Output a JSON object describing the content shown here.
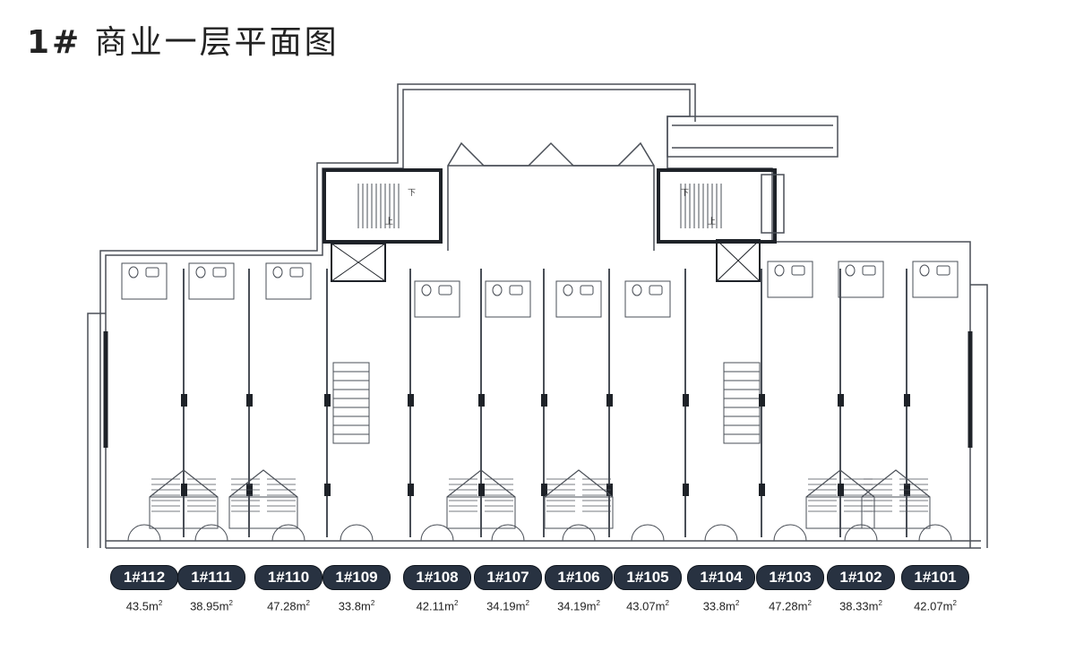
{
  "title": {
    "number": "1#",
    "text": "商业一层平面图"
  },
  "stair_up_label": "上",
  "stair_down_label": "下",
  "units": [
    {
      "id": "1#112",
      "area": "43.5m",
      "unit_sup": "2"
    },
    {
      "id": "1#111",
      "area": "38.95m",
      "unit_sup": "2"
    },
    {
      "id": "1#110",
      "area": "47.28m",
      "unit_sup": "2"
    },
    {
      "id": "1#109",
      "area": "33.8m",
      "unit_sup": "2"
    },
    {
      "id": "1#108",
      "area": "42.11m",
      "unit_sup": "2"
    },
    {
      "id": "1#107",
      "area": "34.19m",
      "unit_sup": "2"
    },
    {
      "id": "1#106",
      "area": "34.19m",
      "unit_sup": "2"
    },
    {
      "id": "1#105",
      "area": "43.07m",
      "unit_sup": "2"
    },
    {
      "id": "1#104",
      "area": "33.8m",
      "unit_sup": "2"
    },
    {
      "id": "1#103",
      "area": "47.28m",
      "unit_sup": "2"
    },
    {
      "id": "1#102",
      "area": "38.33m",
      "unit_sup": "2"
    },
    {
      "id": "1#101",
      "area": "42.07m",
      "unit_sup": "2"
    }
  ],
  "colors": {
    "badge": "#283241",
    "wall": "#1e2228",
    "line": "#4a4f57"
  }
}
